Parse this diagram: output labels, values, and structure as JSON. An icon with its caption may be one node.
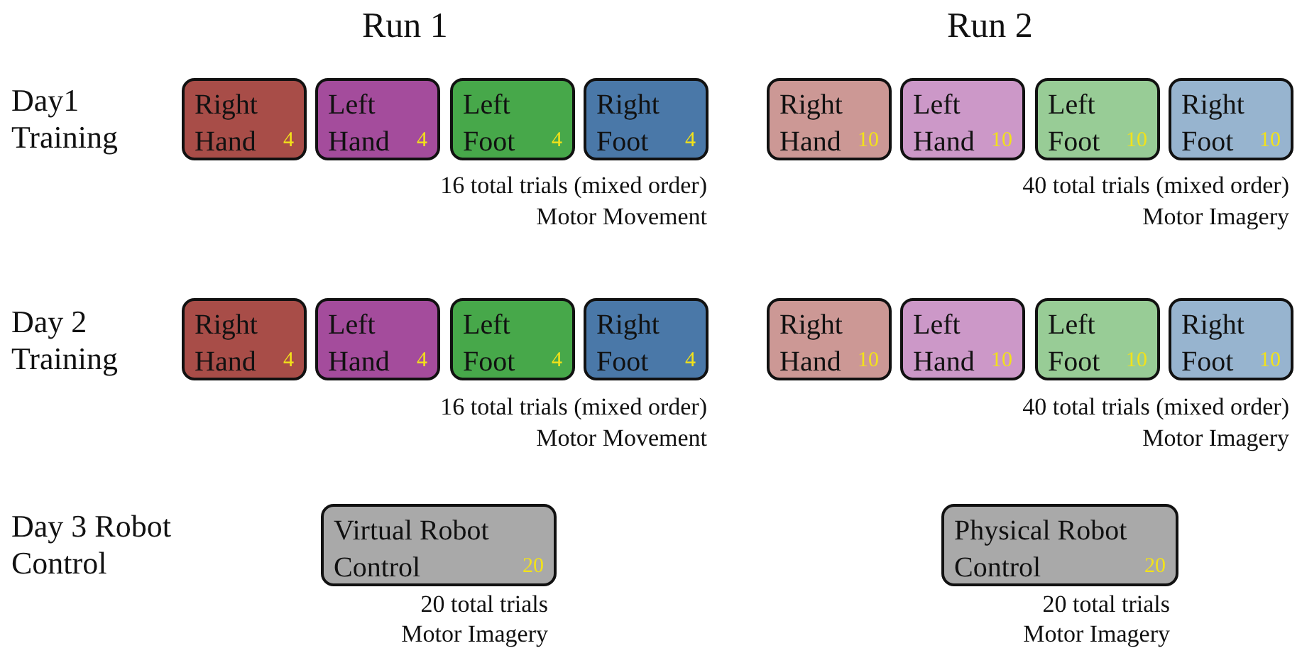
{
  "diagram": {
    "nodes": [
      {
        "text": [
          "Right Hand",
          "4"
        ]
      },
      {
        "text": [
          "Left Hand",
          "4"
        ]
      },
      {
        "text": [
          "Left Foot",
          "4"
        ]
      },
      {
        "text": [
          "Right Foot",
          "4"
        ]
      },
      {
        "text": [
          "Right Hand",
          "10"
        ]
      },
      {
        "text": [
          "Left Hand",
          "10"
        ]
      },
      {
        "text": [
          "Left Foot",
          "10"
        ]
      },
      {
        "text": [
          "Right Foot",
          "10"
        ]
      },
      {
        "text": [
          "Right Hand",
          "4"
        ]
      },
      {
        "text": [
          "Left Hand",
          "4"
        ]
      },
      {
        "text": [
          "Left Foot",
          "4"
        ]
      },
      {
        "text": [
          "Right Foot",
          "4"
        ]
      },
      {
        "text": [
          "Right Hand",
          "10"
        ]
      },
      {
        "text": [
          "Left Hand",
          "10"
        ]
      },
      {
        "text": [
          "Left Foot",
          "10"
        ]
      },
      {
        "text": [
          "Right Foot",
          "10"
        ]
      },
      {
        "text": [
          "Virtual Robot Control",
          "20"
        ],
        "beside": [
          "20 total trials",
          "Motor Imagery"
        ]
      },
      {
        "text": [
          "Physical Robot Control",
          "20"
        ],
        "beside": [
          "20 total trials",
          "Motor Imagery"
        ]
      }
    ],
    "edges": [],
    "labels": [
      "Run 1",
      "Run 2",
      "Day1 Training",
      "16 total trials (mixed order)",
      "Motor Movement",
      "40 total trials (mixed order)",
      "Motor Imagery",
      "Day 2 Training",
      "16 total trials (mixed order)",
      "Motor Movement",
      "40 total trials (mixed order)",
      "Motor Imagery",
      "Day 3 Robot Control"
    ]
  }
}
